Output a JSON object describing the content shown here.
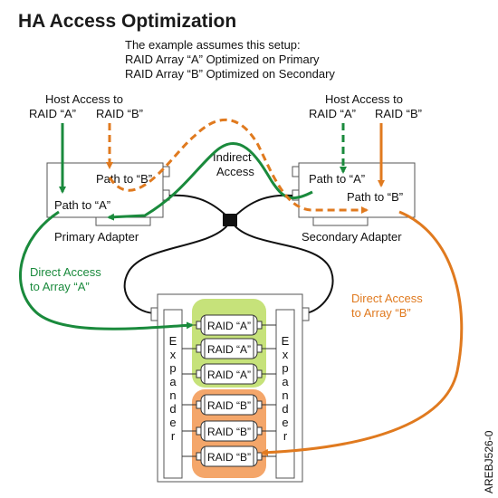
{
  "title": "HA Access Optimization",
  "setup": {
    "line1": "The example assumes this setup:",
    "line2": "RAID Array “A” Optimized on Primary",
    "line3": "RAID Array “B” Optimized on Secondary"
  },
  "left_host": {
    "line1": "Host Access to",
    "raid_a": "RAID “A”",
    "raid_b": "RAID “B”"
  },
  "right_host": {
    "line1": "Host Access to",
    "raid_a": "RAID “A”",
    "raid_b": "RAID “B”"
  },
  "primary_adapter": {
    "label": "Primary Adapter",
    "path_b": "Path to “B”",
    "path_a": "Path to “A”"
  },
  "secondary_adapter": {
    "label": "Secondary Adapter",
    "path_a": "Path to “A”",
    "path_b": "Path to “B”"
  },
  "indirect_access": {
    "line1": "Indirect",
    "line2": "Access"
  },
  "direct_a": {
    "line1": "Direct Access",
    "line2": "to Array “A”"
  },
  "direct_b": {
    "line1": "Direct Access",
    "line2": "to Array “B”"
  },
  "expander_letters": [
    "E",
    "x",
    "p",
    "a",
    "n",
    "d",
    "e",
    "r"
  ],
  "disks_a": [
    "RAID “A”",
    "RAID “A”",
    "RAID “A”"
  ],
  "disks_b": [
    "RAID “B”",
    "RAID “B”",
    "RAID “B”"
  ],
  "figure_id": "AREBJ526-0",
  "colors": {
    "green": "#1a8a3c",
    "orange": "#e07a1f",
    "raid_a_fill": "#c6e27a",
    "raid_b_fill": "#f4a66a",
    "text": "#111111"
  }
}
